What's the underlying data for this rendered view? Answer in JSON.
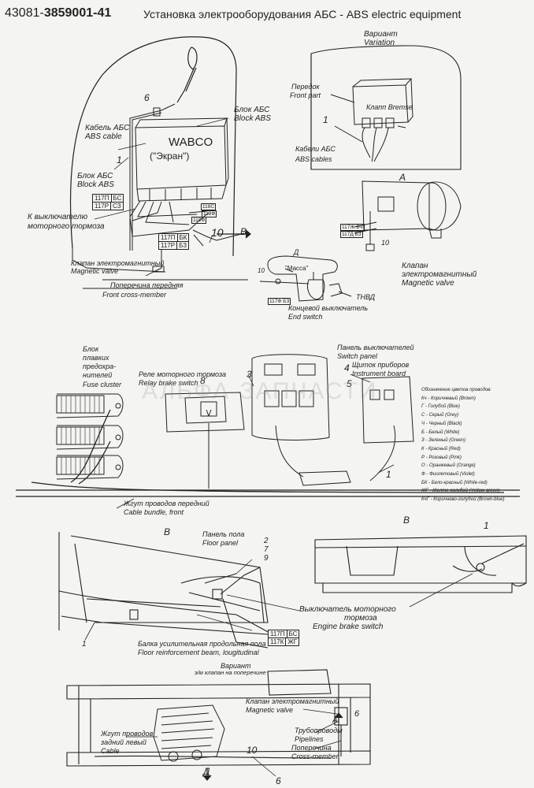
{
  "title": {
    "code_prefix": "43081-",
    "code_main": "3859001-41",
    "text": "Установка электрооборудования АБС  -  ABS electric equipment"
  },
  "variant_top": {
    "ru": "Вариант",
    "en": "Variation"
  },
  "labels": {
    "front_part_ru": "Передок",
    "front_part_en": "Front part",
    "klapp_bremse": "Клапп Bremse",
    "abs_cables_ru": "Кабели АБС",
    "abs_cables_en": "ABS cables",
    "abs_cable_ru": "Кабель АБС",
    "abs_cable_en": "ABS cable",
    "block_abs_ru": "Блок АБС",
    "block_abs_en": "Block ABS",
    "block_abs2_ru": "Блок АБС",
    "block_abs2_en": "Block ABS",
    "wabco": "WABCO",
    "wabco_screen": "(\"Экран\")",
    "to_switch_ru1": "К выключателю",
    "to_switch_ru2": "моторного тормоза",
    "magnetic_valve_ru": "Клапан электромагнитный",
    "magnetic_valve_en": "Magnetic valve",
    "front_cross_ru": "Поперечина передняя",
    "front_cross_en": "Front cross-member",
    "view_a": "A",
    "magnetic_valve2_ru1": "Клапан",
    "magnetic_valve2_ru2": "электромагнитный",
    "magnetic_valve2_en": "Magnetic valve",
    "view_d": "Д",
    "massa": "\"Масса\"",
    "tnvd": "ТНВД",
    "end_switch_ru": "Концевой выключатель",
    "end_switch_en": "End switch",
    "fuse_ru1": "Блок",
    "fuse_ru2": "плавких",
    "fuse_ru3": "предохра-",
    "fuse_ru4": "нителей",
    "fuse_en": "Fuse cluster",
    "relay_ru": "Реле моторного тормоза",
    "relay_en": "Relay brake switch",
    "switch_panel_ru": "Панель выключателей",
    "switch_panel_en": "Switch panel",
    "instr_ru": "Щиток приборов",
    "instr_en": "Instrument board",
    "cable_front_ru": "Жгут проводов передний",
    "cable_front_en": "Cable bundle, front",
    "view_b1": "В",
    "view_b2": "В",
    "floor_panel_ru": "Панель пола",
    "floor_panel_en": "Floor panel",
    "engine_brake_ru1": "Выключатель моторного",
    "engine_brake_ru2": "тормоза",
    "engine_brake_en": "Engine brake switch",
    "beam_ru": "Балка усилительная продольная пола",
    "beam_en": "Floor reinforcement beam, lougitudinal",
    "variant_bottom_ru": "Вариант",
    "variant_bottom_sub": "э/м клапан на поперечине",
    "magnetic_valve3_ru": "Клапан электромагнитный",
    "magnetic_valve3_en": "Magnetic valve",
    "rear_left_ru1": "Жгут проводов",
    "rear_left_ru2": "задний левый",
    "rear_left_en": "Cable",
    "pipelines_ru": "Трубопроводы",
    "pipelines_en": "Pipelines",
    "cross_ru": "Поперечина",
    "cross_en": "Cross-member",
    "watermark": "АЛЬФА-ЗАПЧАСТИ"
  },
  "numbers": {
    "n6a": "6",
    "n1a": "1",
    "n10a": "10",
    "n1b": "1",
    "n10b": "10",
    "n10c": "10",
    "n8": "8",
    "n3": "3",
    "n4": "4",
    "n5": "5",
    "n1c": "1",
    "n2": "2",
    "n7": "7",
    "n9": "9",
    "n1d": "1",
    "n1e": "1",
    "n10d": "10",
    "n6b": "6",
    "n6c": "6",
    "arrow_v": "В",
    "arrow_d": "Д",
    "arrow_a": "A"
  },
  "wire_tags": {
    "t1_r1a": "117П",
    "t1_r1b": "БС",
    "t1_r2a": "117Р",
    "t1_r2b": "СЗ",
    "t2_r1a": "117П",
    "t2_r1b": "БК",
    "t2_r2a": "117Р",
    "t2_r2b": "БЗ",
    "t3_r1a": "117П",
    "t3_r1b": "БС",
    "t3_r2a": "117К",
    "t3_r2b": "ЖГ",
    "t4": "117Ф",
    "t4b": "БЗ",
    "t5a": "117Ж",
    "t5b": "БЧ",
    "t6a": "117Д",
    "t6b": "БЗ",
    "s1": "118С",
    "s2": "118Ф",
    "s3": "118Ф"
  },
  "legend": {
    "title": "Обозначение цветов проводов:",
    "items": [
      "Кч - Коричневый (Brown)",
      "Г - Голубой (Blue)",
      "С - Серый (Grey)",
      "Ч - Черный (Black)",
      "Б - Белый (White)",
      "З - Зеленый (Green)",
      "К - Красный (Red)",
      "Р - Розовый (Pink)",
      "О - Оранжевый (Orange)",
      "Ф - Фиолетовый (Violet)",
      "БК - Бело-красный (White-red)",
      "ЖГ - Желто-голубой (Yellow-green)",
      "КчГ - Коричнево-голубой (Brown-blue)"
    ]
  }
}
